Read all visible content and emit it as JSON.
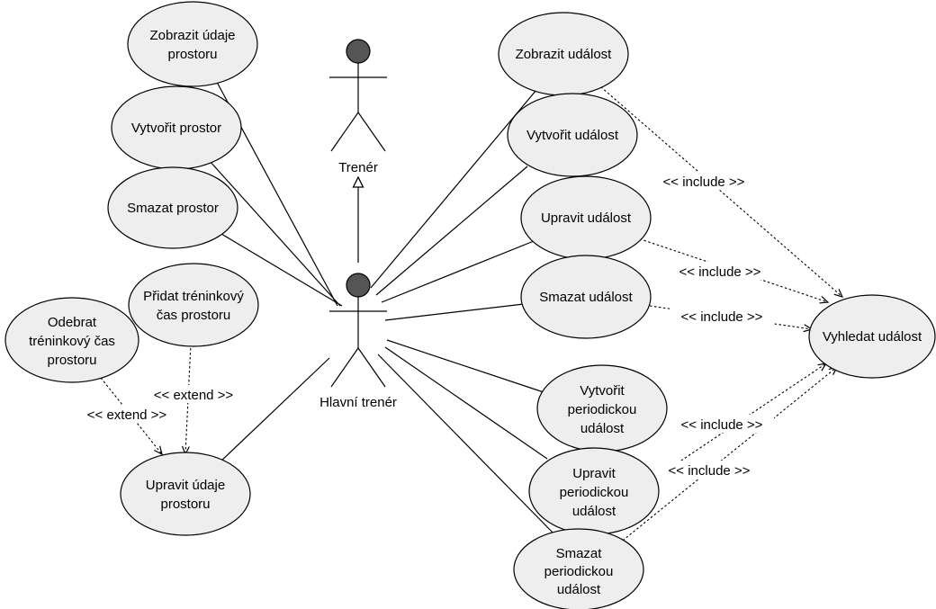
{
  "actors": {
    "trainer": "Trenér",
    "head_trainer": "Hlavní trenér"
  },
  "use_cases": {
    "show_space": [
      "Zobrazit údaje",
      "prostoru"
    ],
    "create_space": [
      "Vytvořit prostor"
    ],
    "delete_space": [
      "Smazat prostor"
    ],
    "add_training_time": [
      "Přidat tréninkový",
      "čas prostoru"
    ],
    "remove_training_time": [
      "Odebrat",
      "tréninkový čas",
      "prostoru"
    ],
    "edit_space": [
      "Upravit údaje",
      "prostoru"
    ],
    "show_event": [
      "Zobrazit událost"
    ],
    "create_event": [
      "Vytvořit událost"
    ],
    "edit_event": [
      "Upravit událost"
    ],
    "delete_event": [
      "Smazat událost"
    ],
    "create_periodic": [
      "Vytvořit",
      "periodickou",
      "událost"
    ],
    "edit_periodic": [
      "Upravit",
      "periodickou",
      "událost"
    ],
    "delete_periodic": [
      "Smazat",
      "periodickou",
      "událost"
    ],
    "find_event": [
      "Vyhledat událost"
    ]
  },
  "relations": {
    "include_label": "<< include >>",
    "extend_label": "<< extend >>"
  }
}
